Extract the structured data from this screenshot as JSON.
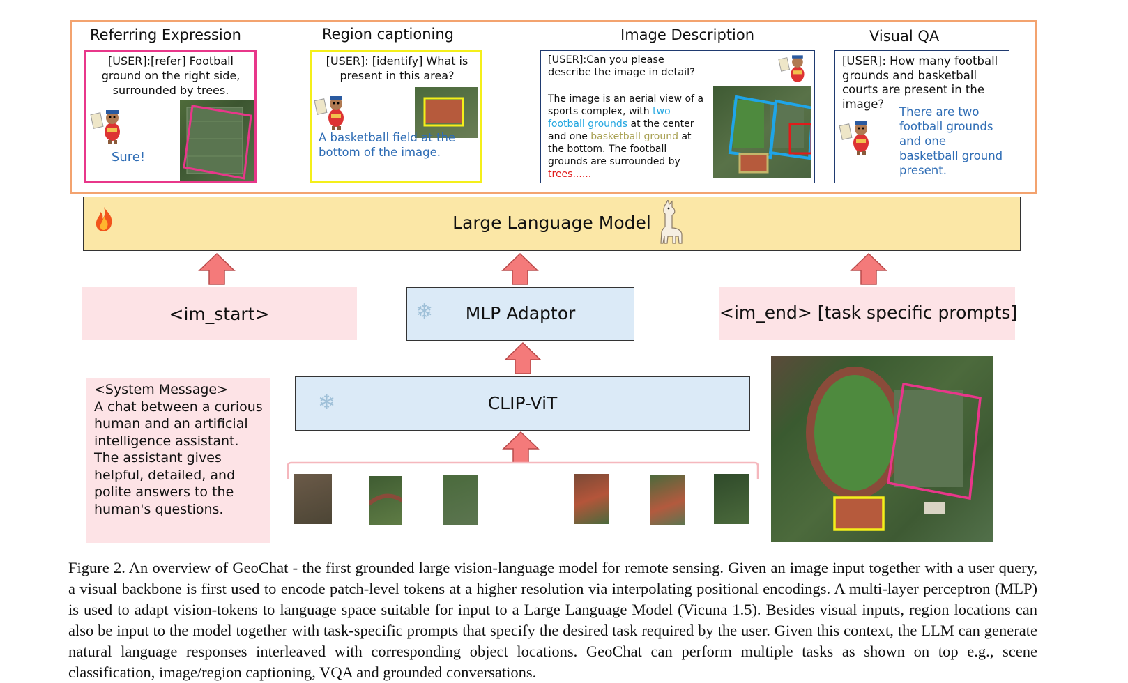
{
  "tasks": {
    "referring": {
      "title": "Referring Expression",
      "query": "[USER]:[refer] Football ground on the right side, surrounded by trees.",
      "answer": "Sure!",
      "box_color": "#e8378a"
    },
    "region": {
      "title": "Region  captioning",
      "query": "[USER]: [identify] What is present in this area?",
      "answer": "A basketball field at the bottom of the image.",
      "box_color": "#f4ef1a"
    },
    "description": {
      "title": "Image Description",
      "query": "[USER]:Can you please describe the image in detail?",
      "answer_part1": "The image is an aerial view of a sports complex, with ",
      "answer_hl1": "two football grounds",
      "answer_part2": " at the center and one ",
      "answer_hl2": "basketball ground",
      "answer_part3": " at the bottom. The football grounds are surrounded by ",
      "answer_hl3": "trees",
      "answer_part4": "......",
      "box_color": "#1f3a70"
    },
    "vqa": {
      "title": "Visual QA",
      "query": "[USER]: How many football grounds and basketball courts are present in the image?",
      "answer": "There are two football grounds and one basketball ground present.",
      "box_color": "#1f3a70"
    }
  },
  "llm": {
    "label": "Large Language Model",
    "fire_icon": "fire-icon",
    "llama_icon": "llama-icon",
    "fill": "#fbe7a6"
  },
  "tokens": {
    "im_start": "<im_start>",
    "mlp": "MLP Adaptor",
    "im_end": "<im_end> [task specific prompts]",
    "clip": "CLIP-ViT"
  },
  "system_message": {
    "header": "<System Message>",
    "body": "A chat between a curious human and an artificial intelligence assistant. The assistant gives helpful, detailed, and polite answers to the human's questions."
  },
  "colors": {
    "panel_border": "#f3a36f",
    "arrow_fill": "#f47a7a",
    "pink": "#fde3e6",
    "blue": "#dbeaf7"
  },
  "caption": "Figure 2.  An overview of GeoChat - the first grounded large vision-language model for remote sensing.  Given an image input together with a user query, a visual backbone is first used to encode patch-level tokens at a higher resolution via interpolating positional encodings. A multi-layer perceptron (MLP) is used to adapt vision-tokens to language space suitable for input to a Large Language Model (Vicuna 1.5). Besides visual inputs, region locations can also be input to the model together with task-specific prompts that specify the desired task required by the user. Given this context, the LLM can generate natural language responses interleaved with corresponding object locations. GeoChat can perform multiple tasks as shown on top e.g., scene classification, image/region captioning, VQA and grounded conversations."
}
